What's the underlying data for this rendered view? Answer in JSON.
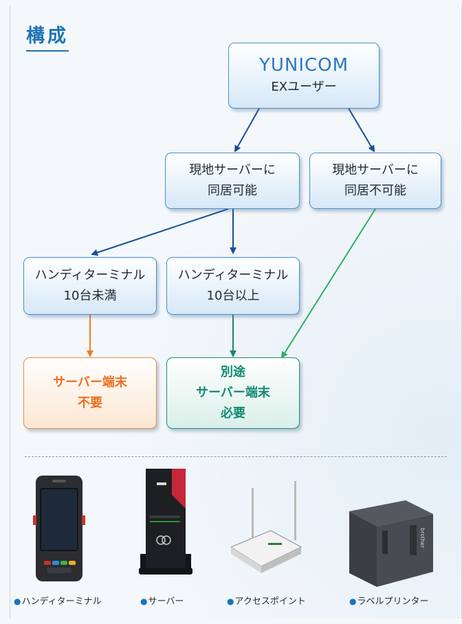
{
  "title": "構成",
  "top_node": {
    "logo_text": "YUNICOM",
    "label": "EXユーザー"
  },
  "mid_nodes": {
    "left": {
      "line1": "現地サーバーに",
      "line2": "同居可能"
    },
    "right": {
      "line1": "現地サーバーに",
      "line2": "同居不可能"
    }
  },
  "handy_nodes": {
    "lt10": {
      "line1": "ハンディターミナル",
      "line2": "10台未満"
    },
    "ge10": {
      "line1": "ハンディターミナル",
      "line2": "10台以上"
    }
  },
  "result_nodes": {
    "not_needed": {
      "line1": "サーバー端末",
      "line2": "不要"
    },
    "needed": {
      "line1": "別途",
      "line2": "サーバー端末",
      "line3": "必要"
    }
  },
  "products": [
    {
      "label": "ハンディターミナル",
      "icon": "handheld-terminal-icon"
    },
    {
      "label": "サーバー",
      "icon": "tower-server-icon"
    },
    {
      "label": "アクセスポイント",
      "icon": "access-point-icon"
    },
    {
      "label": "ラベルプリンター",
      "icon": "label-printer-icon"
    }
  ],
  "product_bullet": "●",
  "colors": {
    "title": "#1e73b4",
    "arrow_blue": "#1a4f96",
    "arrow_orange": "#ef7a2a",
    "arrow_green": "#17876f",
    "arrow_light_green": "#2fae60"
  }
}
